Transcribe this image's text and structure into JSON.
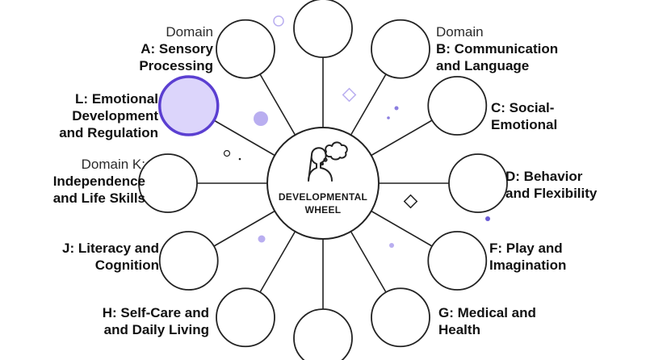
{
  "center": {
    "line1": "DEVELOPMENTAL",
    "line2": "WHEEL",
    "icon": "person-thinking-icon"
  },
  "colors": {
    "stroke": "#222222",
    "highlight_fill": "#dcd5fb",
    "highlight_stroke": "#5b3fd1",
    "decor": "#b9aef0"
  },
  "nodes": [
    {
      "id": "top",
      "highlighted": false
    },
    {
      "id": "b",
      "highlighted": false
    },
    {
      "id": "c",
      "highlighted": false
    },
    {
      "id": "d",
      "highlighted": false
    },
    {
      "id": "f",
      "highlighted": false
    },
    {
      "id": "g",
      "highlighted": false
    },
    {
      "id": "bottom",
      "highlighted": false
    },
    {
      "id": "h",
      "highlighted": false
    },
    {
      "id": "j",
      "highlighted": false
    },
    {
      "id": "k",
      "highlighted": false
    },
    {
      "id": "l",
      "highlighted": true
    },
    {
      "id": "a",
      "highlighted": false
    }
  ],
  "labels": {
    "a": {
      "pre": "Domain",
      "lines": [
        "A: Sensory",
        "Processing"
      ]
    },
    "b": {
      "pre": "Domain",
      "lines": [
        "B: Communication",
        "and Language"
      ]
    },
    "c": {
      "lines": [
        "C: Social-",
        "Emotional"
      ]
    },
    "d": {
      "lines": [
        "D: Behavior",
        "and Flexibility"
      ]
    },
    "f": {
      "lines": [
        "F: Play and",
        "Imagination"
      ]
    },
    "g": {
      "lines": [
        "G: Medical and",
        "Health"
      ]
    },
    "h": {
      "lines": [
        "H: Self-Care and",
        "and Daily Living"
      ]
    },
    "j": {
      "lines": [
        "J: Literacy and",
        "Cognition"
      ]
    },
    "k": {
      "pre": "Domain K:",
      "lines": [
        "Independence",
        "and Life Skills"
      ]
    },
    "l": {
      "lines": [
        "L: Emotional",
        "Development",
        "and Regulation"
      ]
    }
  }
}
